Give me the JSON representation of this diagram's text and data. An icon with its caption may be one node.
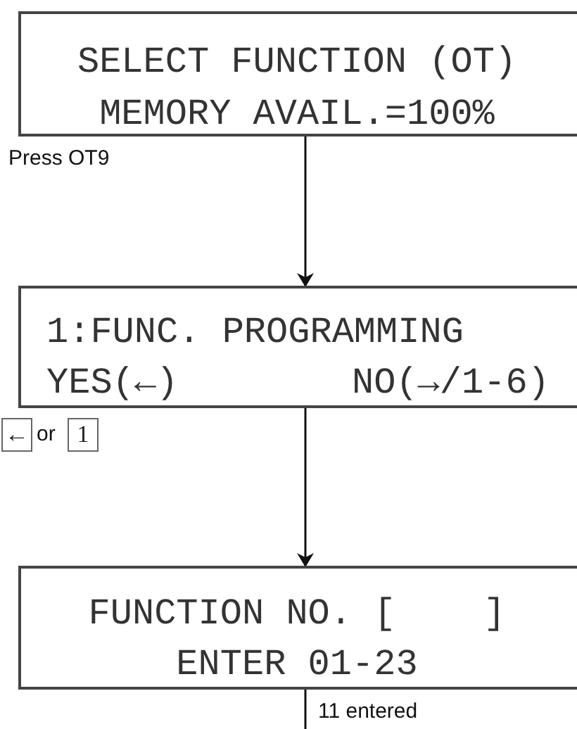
{
  "diagram": {
    "nodes": [
      {
        "text": [
          "SELECT FUNCTION (OT)",
          "MEMORY AVAIL.=100%"
        ]
      },
      {
        "text": [
          "1:FUNC. PROGRAMMING",
          "YES(←)",
          "NO(→/1-6)"
        ]
      },
      {
        "text": [
          "FUNCTION NO. [    ]",
          "ENTER 01-23"
        ]
      }
    ],
    "edges": [
      {
        "from": 0,
        "to": 1,
        "arrow": "to"
      },
      {
        "from": 1,
        "to": 2,
        "arrow": "to"
      },
      {
        "from": 2,
        "to": null,
        "arrow": "none",
        "label": "11 entered"
      }
    ],
    "labels": [
      "Press OT9",
      "←",
      "or",
      "1"
    ]
  }
}
